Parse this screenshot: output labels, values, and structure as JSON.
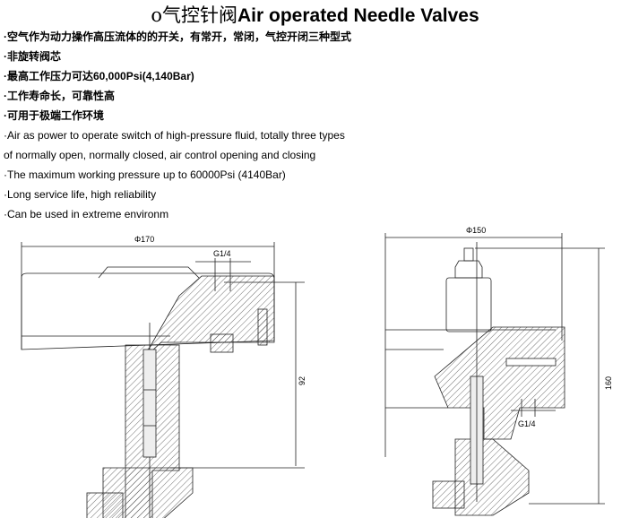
{
  "title": {
    "bullet": "o",
    "chinese": "气控针阀",
    "english": "Air operated Needle Valves"
  },
  "features_cn": [
    "·空气作为动力操作高压流体的的开关，有常开，常闭，气控开闭三种型式",
    "·非旋转阀芯",
    "·最高工作压力可达60,000Psi(4,140Bar)",
    "·工作寿命长，可靠性高",
    "·可用于极端工作环境"
  ],
  "features_en": [
    "·Air as power to operate switch of high-pressure fluid, totally three types",
    "of normally open, normally closed, air control opening and closing",
    "·The maximum working pressure up to 60000Psi (4140Bar)",
    "·Long service life, high reliability",
    "·Can be used in extreme environm"
  ],
  "drawing_left": {
    "diameter": "Φ170",
    "port": "G1/4",
    "height": "92"
  },
  "drawing_right": {
    "diameter": "Φ150",
    "port": "G1/4",
    "height": "160"
  }
}
